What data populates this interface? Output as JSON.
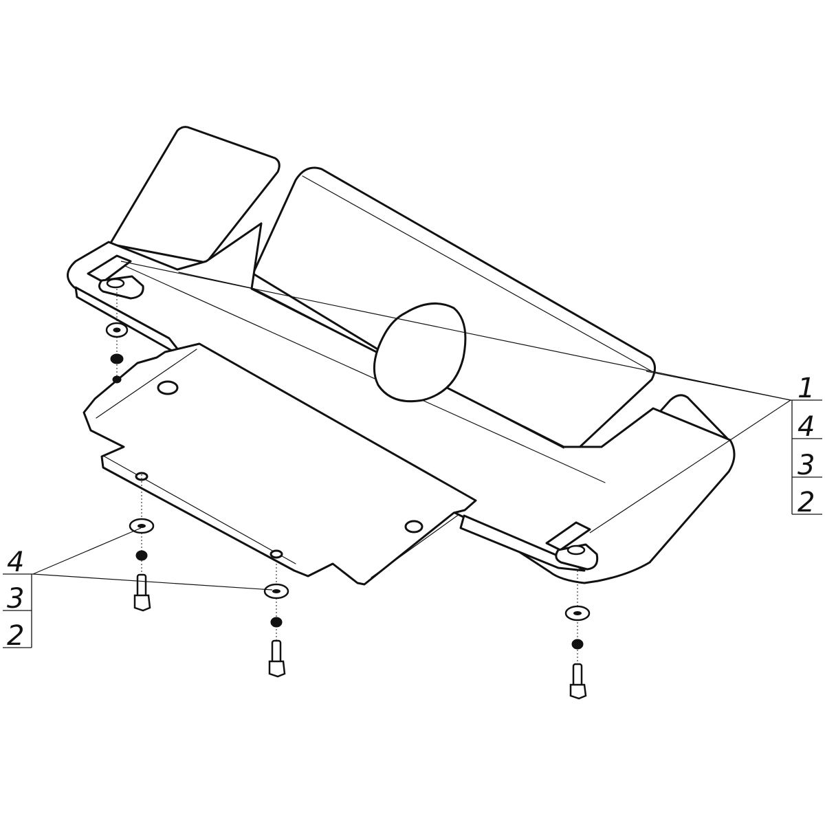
{
  "callouts": {
    "right": {
      "labels": [
        "1",
        "4",
        "3",
        "2"
      ]
    },
    "left": {
      "labels": [
        "4",
        "3",
        "2"
      ]
    }
  },
  "colors": {
    "line": "#111111",
    "background": "#ffffff"
  }
}
